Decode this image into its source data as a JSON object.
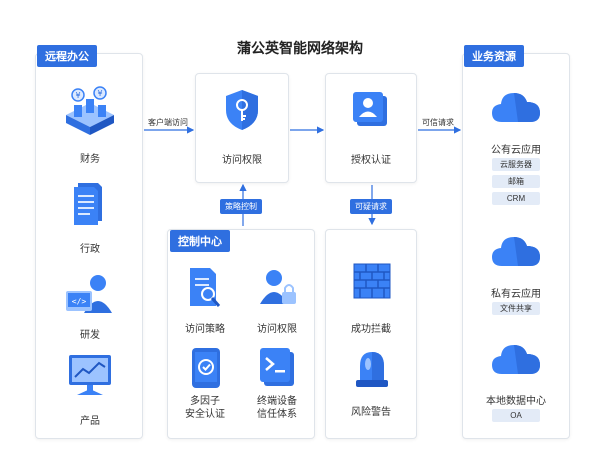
{
  "title": "蒲公英智能网络架构",
  "colors": {
    "accent": "#2f6fe0",
    "icon_blue": "#3b82f6",
    "icon_light": "#9cc3ff",
    "pill_bg": "#e3ebf7",
    "border": "#dfe4ea"
  },
  "remote_office": {
    "tag": "远程办公",
    "items": [
      {
        "label": "财务",
        "icon": "finance-server-icon"
      },
      {
        "label": "行政",
        "icon": "document-icon"
      },
      {
        "label": "研发",
        "icon": "developer-icon"
      },
      {
        "label": "产品",
        "icon": "monitor-chart-icon"
      }
    ]
  },
  "access_node": {
    "label": "访问权限",
    "icon": "shield-key-icon"
  },
  "auth_node": {
    "label": "授权认证",
    "icon": "id-card-icon"
  },
  "edges": {
    "client_access": "客户端访问",
    "trusted_request": "可信请求",
    "policy_control": "策略控制",
    "suspicious_request": "可疑请求"
  },
  "control_center": {
    "tag": "控制中心",
    "items": [
      {
        "label": "访问策略",
        "icon": "policy-doc-icon"
      },
      {
        "label": "访问权限",
        "icon": "user-lock-icon"
      },
      {
        "label_line1": "多因子",
        "label_line2": "安全认证",
        "icon": "mfa-phone-icon"
      },
      {
        "label_line1": "终端设备",
        "label_line2": "信任体系",
        "icon": "terminal-icon"
      }
    ]
  },
  "risk": {
    "items": [
      {
        "label": "成功拦截",
        "icon": "firewall-icon"
      },
      {
        "label": "风险警告",
        "icon": "alarm-light-icon"
      }
    ]
  },
  "business": {
    "tag": "业务资源",
    "groups": [
      {
        "label": "公有云应用",
        "icon": "cloud-icon",
        "pills": [
          "云服务器",
          "邮箱",
          "CRM"
        ]
      },
      {
        "label": "私有云应用",
        "icon": "cloud-icon",
        "pills": [
          "文件共享"
        ]
      },
      {
        "label": "本地数据中心",
        "icon": "cloud-icon",
        "pills": [
          "OA"
        ]
      }
    ]
  }
}
